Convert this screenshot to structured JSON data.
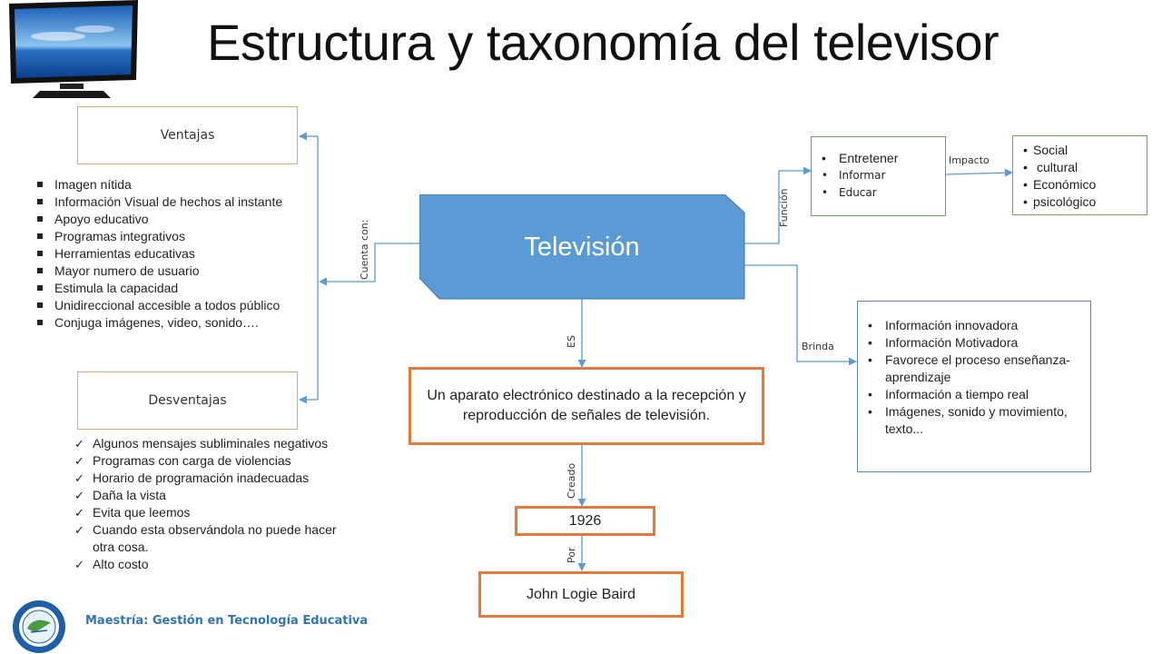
{
  "title": "Estructura y taxonomía del televisor",
  "center": "Televisión",
  "ventajas": {
    "label": "Ventajas",
    "items": [
      "Imagen nítida",
      "Información Visual de hechos al instante",
      "Apoyo educativo",
      "Programas integrativos",
      "Herramientas educativas",
      "Mayor numero de usuario",
      "Estimula la capacidad",
      "Unidireccional accesible a todos público",
      "Conjuga imágenes, video, sonido…."
    ]
  },
  "desventajas": {
    "label": "Desventajas",
    "items": [
      "Algunos mensajes subliminales negativos",
      "Programas con carga de violencias",
      "Horario de programación inadecuadas",
      "Daña la vista",
      "Evita que leemos",
      "Cuando esta observándola no puede hacer otra cosa.",
      "Alto costo"
    ]
  },
  "funcion": {
    "items": [
      "Entretener",
      "Informar",
      "Educar"
    ]
  },
  "impacto": {
    "items": [
      "Social",
      "cultural",
      "Económico",
      "psicológico"
    ]
  },
  "brinda": {
    "items": [
      "Información innovadora",
      "Información Motivadora",
      "Favorece el proceso enseñanza-aprendizaje",
      "Información a tiempo real",
      "Imágenes, sonido y movimiento, texto..."
    ]
  },
  "definition": "Un aparato electrónico destinado a la recepción y reproducción de señales de televisión.",
  "year": "1926",
  "inventor": "John Logie Baird",
  "connectors": {
    "cuenta_con": "Cuenta con:",
    "funcion": "Función",
    "impacto": "Impacto",
    "brinda": "Brinda",
    "es": "ES",
    "creado": "Creado",
    "por": "Por"
  },
  "footer": "Maestría:  Gestión en Tecnología Educativa",
  "colors": {
    "center_fill": "#5b9bd5",
    "orange_border": "#e07b39",
    "green_border": "#6aa84f",
    "blue_border": "#5b85b8",
    "arrow": "#5b9bd5",
    "footer_text": "#2e75b6"
  },
  "icons": [
    "television-icon",
    "university-seal-icon"
  ]
}
